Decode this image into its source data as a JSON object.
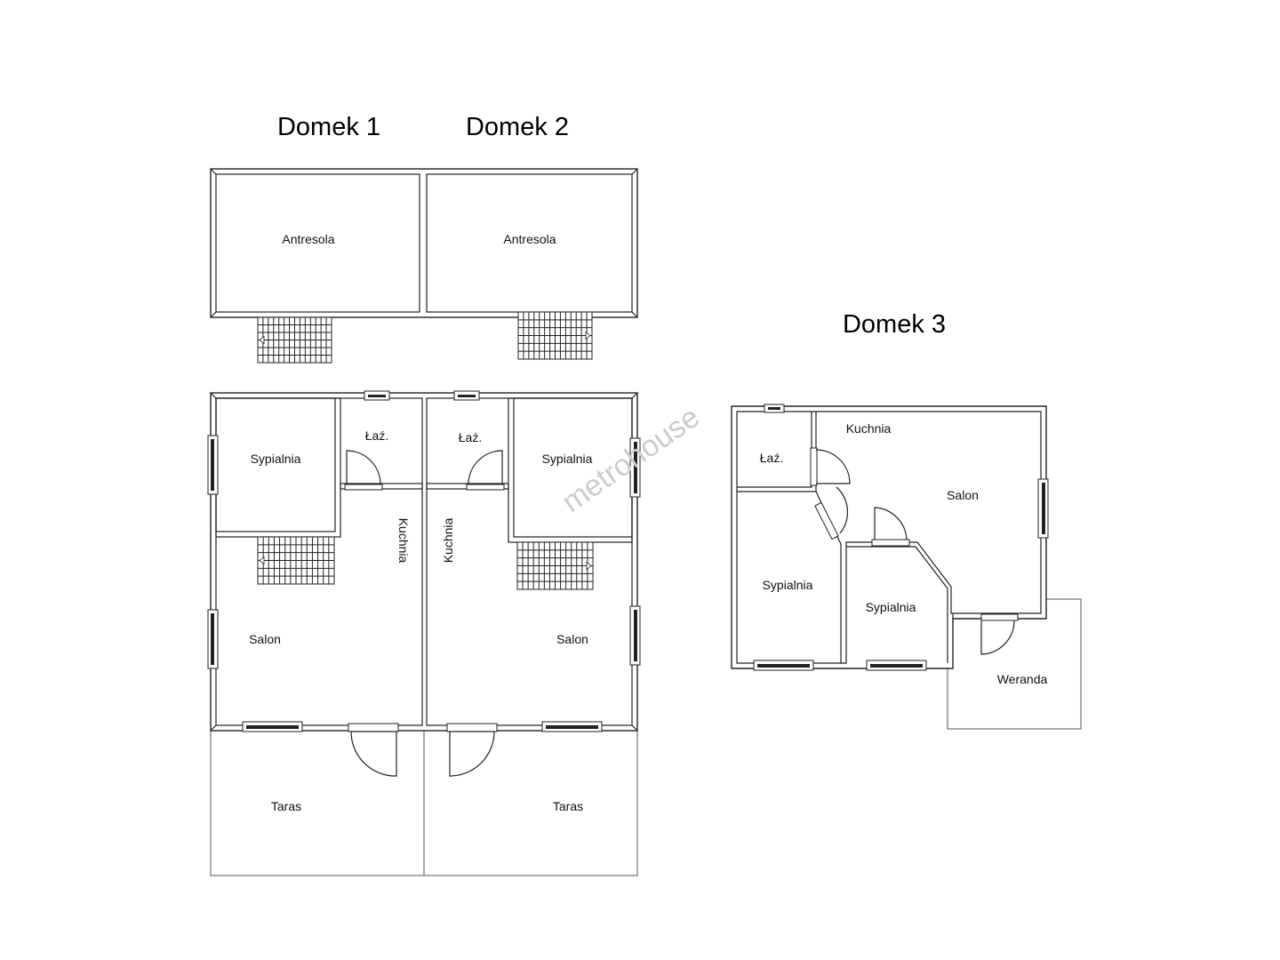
{
  "titles": {
    "domek1": "Domek 1",
    "domek2": "Domek 2",
    "domek3": "Domek 3"
  },
  "watermark": "metrohouse",
  "domek1": {
    "antresola": "Antresola",
    "sypialnia": "Sypialnia",
    "lazienka": "Łaź.",
    "kuchnia": "Kuchnia",
    "salon": "Salon",
    "taras": "Taras"
  },
  "domek2": {
    "antresola": "Antresola",
    "sypialnia": "Sypialnia",
    "lazienka": "Łaź.",
    "kuchnia": "Kuchnia",
    "salon": "Salon",
    "taras": "Taras"
  },
  "domek3": {
    "lazienka": "Łaź.",
    "kuchnia": "Kuchnia",
    "salon": "Salon",
    "sypialnia1": "Sypialnia",
    "sypialnia2": "Sypialnia",
    "weranda": "Weranda"
  }
}
